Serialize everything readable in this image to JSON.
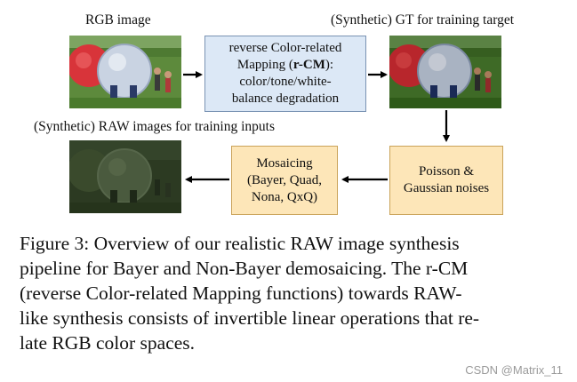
{
  "diagram": {
    "labels": {
      "rgb": "RGB image",
      "gt": "(Synthetic) GT for training target",
      "raw": "(Synthetic) RAW images for training inputs"
    },
    "boxes": {
      "rcm": {
        "line1": "reverse Color-related",
        "line2_pre": "Mapping (",
        "line2_bold": "r-CM",
        "line2_post": "):",
        "line3": "color/tone/white-",
        "line4": "balance degradation",
        "fill": "#dce8f6"
      },
      "noise": {
        "line1": "Poisson &",
        "line2": "Gaussian noises",
        "fill": "#fde6b8"
      },
      "mosaic": {
        "line1": "Mosaicing",
        "line2": "(Bayer, Quad,",
        "line3": "Nona, QxQ)",
        "fill": "#fde6b8"
      }
    }
  },
  "caption": {
    "lines": [
      "Figure 3: Overview of our realistic RAW image synthesis",
      "pipeline for Bayer and Non-Bayer demosaicing. The r-CM",
      "(reverse Color-related Mapping functions) towards RAW-",
      "like synthesis consists of invertible linear operations that re-",
      "late RGB color spaces."
    ]
  },
  "watermark": "CSDN @Matrix_11"
}
